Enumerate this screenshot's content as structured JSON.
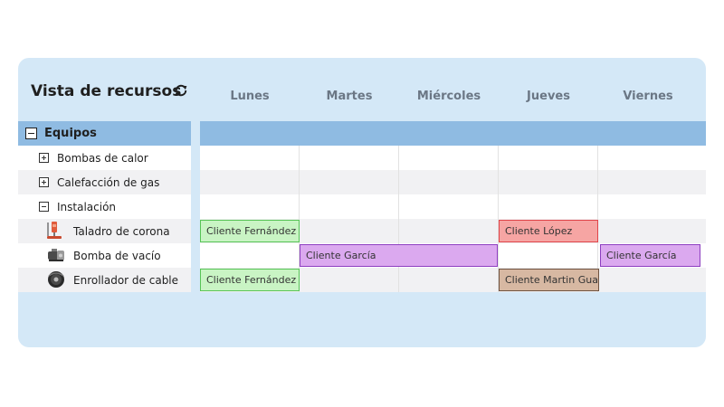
{
  "header": {
    "title": "Vista de recursos",
    "refresh_icon": "refresh-icon"
  },
  "days": [
    "Lunes",
    "Martes",
    "Miércoles",
    "Jueves",
    "Viernes"
  ],
  "category": {
    "label": "Equipos",
    "expanded": true
  },
  "rows": [
    {
      "label": "Bombas de calor",
      "toggle": "expand"
    },
    {
      "label": "Calefacción de gas",
      "toggle": "expand"
    },
    {
      "label": "Instalación",
      "toggle": "collapse"
    },
    {
      "label": "Taladro de corona",
      "icon": "core-drill-icon"
    },
    {
      "label": "Bomba de vacío",
      "icon": "vacuum-pump-icon"
    },
    {
      "label": "Enrollador de cable",
      "icon": "cable-reel-icon"
    }
  ],
  "events": [
    {
      "text": "Cliente Fernández",
      "resource": "Taladro de corona",
      "start_day": "Lunes",
      "end_day": "Lunes",
      "color": "#c9f4c4"
    },
    {
      "text": "Cliente López",
      "resource": "Taladro de corona",
      "start_day": "Jueves",
      "end_day": "Jueves",
      "color": "#f6a5a3"
    },
    {
      "text": "Cliente García",
      "resource": "Bomba de vacío",
      "start_day": "Martes",
      "end_day": "Miércoles",
      "color": "#dba9ef"
    },
    {
      "text": "Cliente García",
      "resource": "Bomba de vacío",
      "start_day": "Viernes",
      "end_day": "Viernes",
      "color": "#dba9ef"
    },
    {
      "text": "Cliente Fernández",
      "resource": "Enrollador de cable",
      "start_day": "Lunes",
      "end_day": "Lunes",
      "color": "#c9f4c4"
    },
    {
      "text": "Cliente Martin Guard",
      "resource": "Enrollador de cable",
      "start_day": "Jueves",
      "end_day": "Jueves",
      "color": "#d7b8a2"
    }
  ],
  "colors": {
    "panel": "#d4e8f7",
    "category_bar": "#8fbbe2",
    "day_label": "#6b7785"
  }
}
